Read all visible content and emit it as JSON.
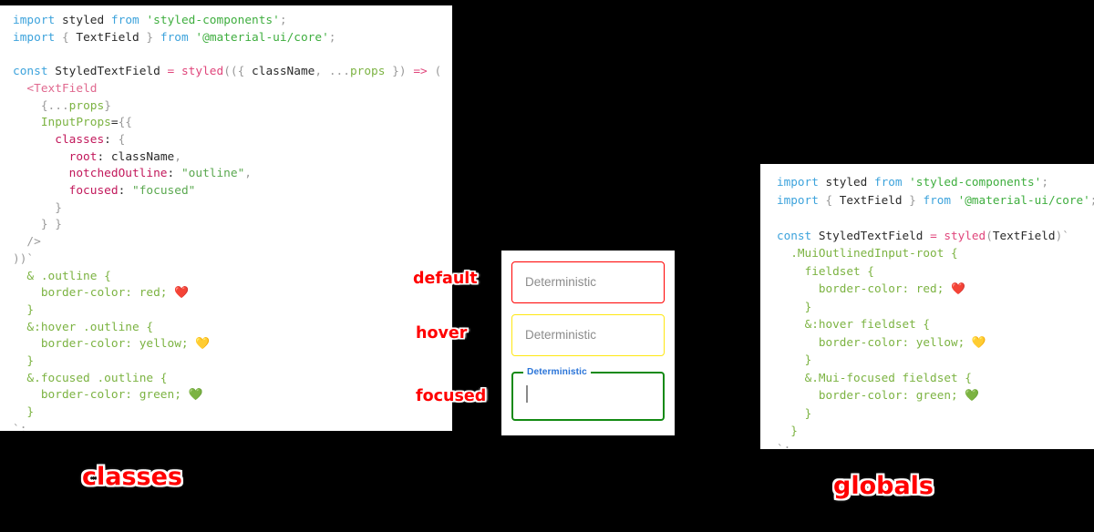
{
  "background_color": "#000000",
  "panels": {
    "classes": {
      "caption": "classes",
      "code_lines": [
        [
          {
            "t": "import",
            "c": "kw"
          },
          {
            "t": " ",
            "c": "id"
          },
          {
            "t": "styled",
            "c": "id"
          },
          {
            "t": " ",
            "c": "id"
          },
          {
            "t": "from",
            "c": "kw"
          },
          {
            "t": " ",
            "c": "id"
          },
          {
            "t": "'styled-components'",
            "c": "str"
          },
          {
            "t": ";",
            "c": "pun"
          }
        ],
        [
          {
            "t": "import",
            "c": "kw"
          },
          {
            "t": " ",
            "c": "id"
          },
          {
            "t": "{",
            "c": "pun"
          },
          {
            "t": " TextField ",
            "c": "id"
          },
          {
            "t": "}",
            "c": "pun"
          },
          {
            "t": " ",
            "c": "id"
          },
          {
            "t": "from",
            "c": "kw"
          },
          {
            "t": " ",
            "c": "id"
          },
          {
            "t": "'@material-ui/core'",
            "c": "str"
          },
          {
            "t": ";",
            "c": "pun"
          }
        ],
        [],
        [
          {
            "t": "const",
            "c": "kw"
          },
          {
            "t": " StyledTextField ",
            "c": "id"
          },
          {
            "t": "=",
            "c": "fn"
          },
          {
            "t": " ",
            "c": "id"
          },
          {
            "t": "styled",
            "c": "fn"
          },
          {
            "t": "((",
            "c": "pun"
          },
          {
            "t": "{ ",
            "c": "pun"
          },
          {
            "t": "className",
            "c": "id"
          },
          {
            "t": ",",
            "c": "pun"
          },
          {
            "t": " ",
            "c": "id"
          },
          {
            "t": "...",
            "c": "pun"
          },
          {
            "t": "props",
            "c": "attr"
          },
          {
            "t": " }",
            "c": "pun"
          },
          {
            "t": ")",
            "c": "pun"
          },
          {
            "t": " ",
            "c": "id"
          },
          {
            "t": "=>",
            "c": "fn"
          },
          {
            "t": " ",
            "c": "id"
          },
          {
            "t": "(",
            "c": "pun"
          }
        ],
        [
          {
            "t": "  ",
            "c": "id"
          },
          {
            "t": "<",
            "c": "tag"
          },
          {
            "t": "TextField",
            "c": "tag"
          }
        ],
        [
          {
            "t": "    ",
            "c": "id"
          },
          {
            "t": "{",
            "c": "pun"
          },
          {
            "t": "...",
            "c": "pun"
          },
          {
            "t": "props",
            "c": "attr"
          },
          {
            "t": "}",
            "c": "pun"
          }
        ],
        [
          {
            "t": "    ",
            "c": "id"
          },
          {
            "t": "InputProps",
            "c": "attr"
          },
          {
            "t": "=",
            "c": "id"
          },
          {
            "t": "{{",
            "c": "pun"
          }
        ],
        [
          {
            "t": "      ",
            "c": "id"
          },
          {
            "t": "classes",
            "c": "key"
          },
          {
            "t": ":",
            "c": "id"
          },
          {
            "t": " ",
            "c": "id"
          },
          {
            "t": "{",
            "c": "pun"
          }
        ],
        [
          {
            "t": "        ",
            "c": "id"
          },
          {
            "t": "root",
            "c": "key"
          },
          {
            "t": ":",
            "c": "id"
          },
          {
            "t": " ",
            "c": "id"
          },
          {
            "t": "className",
            "c": "id"
          },
          {
            "t": ",",
            "c": "pun"
          }
        ],
        [
          {
            "t": "        ",
            "c": "id"
          },
          {
            "t": "notchedOutline",
            "c": "key"
          },
          {
            "t": ":",
            "c": "id"
          },
          {
            "t": " ",
            "c": "id"
          },
          {
            "t": "\"outline\"",
            "c": "val"
          },
          {
            "t": ",",
            "c": "pun"
          }
        ],
        [
          {
            "t": "        ",
            "c": "id"
          },
          {
            "t": "focused",
            "c": "key"
          },
          {
            "t": ":",
            "c": "id"
          },
          {
            "t": " ",
            "c": "id"
          },
          {
            "t": "\"focused\"",
            "c": "val"
          }
        ],
        [
          {
            "t": "      ",
            "c": "id"
          },
          {
            "t": "}",
            "c": "pun"
          }
        ],
        [
          {
            "t": "    ",
            "c": "id"
          },
          {
            "t": "} }",
            "c": "pun"
          }
        ],
        [
          {
            "t": "  ",
            "c": "id"
          },
          {
            "t": "/>",
            "c": "pun"
          }
        ],
        [
          {
            "t": "))",
            "c": "pun"
          },
          {
            "t": "`",
            "c": "tick"
          }
        ],
        [
          {
            "t": "  ",
            "c": "id"
          },
          {
            "t": "& .outline {",
            "c": "css"
          }
        ],
        [
          {
            "t": "    ",
            "c": "id"
          },
          {
            "t": "border-color: red; ",
            "c": "css"
          },
          {
            "t": "❤️",
            "c": "emoji"
          }
        ],
        [
          {
            "t": "  ",
            "c": "id"
          },
          {
            "t": "}",
            "c": "css"
          }
        ],
        [
          {
            "t": "  ",
            "c": "id"
          },
          {
            "t": "&:hover .outline {",
            "c": "css"
          }
        ],
        [
          {
            "t": "    ",
            "c": "id"
          },
          {
            "t": "border-color: yellow; ",
            "c": "css"
          },
          {
            "t": "💛",
            "c": "emoji"
          }
        ],
        [
          {
            "t": "  ",
            "c": "id"
          },
          {
            "t": "}",
            "c": "css"
          }
        ],
        [
          {
            "t": "  ",
            "c": "id"
          },
          {
            "t": "&.focused .outline {",
            "c": "css"
          }
        ],
        [
          {
            "t": "    ",
            "c": "id"
          },
          {
            "t": "border-color: green; ",
            "c": "css"
          },
          {
            "t": "💚",
            "c": "emoji"
          }
        ],
        [
          {
            "t": "  ",
            "c": "id"
          },
          {
            "t": "}",
            "c": "css"
          }
        ],
        [
          {
            "t": "`",
            "c": "tick"
          },
          {
            "t": ";",
            "c": "pun"
          }
        ]
      ]
    },
    "globals": {
      "caption": "globals",
      "code_lines": [
        [
          {
            "t": "import",
            "c": "kw"
          },
          {
            "t": " ",
            "c": "id"
          },
          {
            "t": "styled",
            "c": "id"
          },
          {
            "t": " ",
            "c": "id"
          },
          {
            "t": "from",
            "c": "kw"
          },
          {
            "t": " ",
            "c": "id"
          },
          {
            "t": "'styled-components'",
            "c": "str"
          },
          {
            "t": ";",
            "c": "pun"
          }
        ],
        [
          {
            "t": "import",
            "c": "kw"
          },
          {
            "t": " ",
            "c": "id"
          },
          {
            "t": "{",
            "c": "pun"
          },
          {
            "t": " TextField ",
            "c": "id"
          },
          {
            "t": "}",
            "c": "pun"
          },
          {
            "t": " ",
            "c": "id"
          },
          {
            "t": "from",
            "c": "kw"
          },
          {
            "t": " ",
            "c": "id"
          },
          {
            "t": "'@material-ui/core'",
            "c": "str"
          },
          {
            "t": ";",
            "c": "pun"
          }
        ],
        [],
        [
          {
            "t": "const",
            "c": "kw"
          },
          {
            "t": " StyledTextField ",
            "c": "id"
          },
          {
            "t": "=",
            "c": "fn"
          },
          {
            "t": " ",
            "c": "id"
          },
          {
            "t": "styled",
            "c": "fn"
          },
          {
            "t": "(",
            "c": "pun"
          },
          {
            "t": "TextField",
            "c": "id"
          },
          {
            "t": ")",
            "c": "pun"
          },
          {
            "t": "`",
            "c": "tick"
          }
        ],
        [
          {
            "t": "  ",
            "c": "id"
          },
          {
            "t": ".MuiOutlinedInput-root {",
            "c": "css"
          }
        ],
        [
          {
            "t": "    ",
            "c": "id"
          },
          {
            "t": "fieldset {",
            "c": "css"
          }
        ],
        [
          {
            "t": "      ",
            "c": "id"
          },
          {
            "t": "border-color: red; ",
            "c": "css"
          },
          {
            "t": "❤️",
            "c": "emoji"
          }
        ],
        [
          {
            "t": "    ",
            "c": "id"
          },
          {
            "t": "}",
            "c": "css"
          }
        ],
        [
          {
            "t": "    ",
            "c": "id"
          },
          {
            "t": "&:hover fieldset {",
            "c": "css"
          }
        ],
        [
          {
            "t": "      ",
            "c": "id"
          },
          {
            "t": "border-color: yellow; ",
            "c": "css"
          },
          {
            "t": "💛",
            "c": "emoji"
          }
        ],
        [
          {
            "t": "    ",
            "c": "id"
          },
          {
            "t": "}",
            "c": "css"
          }
        ],
        [
          {
            "t": "    ",
            "c": "id"
          },
          {
            "t": "&.Mui-focused fieldset {",
            "c": "css"
          }
        ],
        [
          {
            "t": "      ",
            "c": "id"
          },
          {
            "t": "border-color: green; ",
            "c": "css"
          },
          {
            "t": "💚",
            "c": "emoji"
          }
        ],
        [
          {
            "t": "    ",
            "c": "id"
          },
          {
            "t": "}",
            "c": "css"
          }
        ],
        [
          {
            "t": "  ",
            "c": "id"
          },
          {
            "t": "}",
            "c": "css"
          }
        ],
        [
          {
            "t": "`",
            "c": "tick"
          },
          {
            "t": ";",
            "c": "pun"
          }
        ]
      ]
    }
  },
  "demo": {
    "fields": [
      {
        "name": "default",
        "value": "Deterministic",
        "border_color": "#ff0000"
      },
      {
        "name": "hover",
        "value": "Deterministic",
        "border_color": "#ffe712"
      },
      {
        "name": "focused",
        "legend": "Deterministic",
        "value": "",
        "border_color": "#138a13",
        "legend_color": "#2a74d8"
      }
    ]
  },
  "annotations": {
    "default": "default",
    "hover": "hover",
    "focused": "focused"
  },
  "colors": {
    "red": "#ff0000",
    "yellow": "#ffe712",
    "green": "#138a13",
    "keyword_blue": "#3da3dc",
    "string_green": "#3fae3f",
    "function_pink": "#e0457b",
    "key_crimson": "#c2185b",
    "css_green": "#7cb342"
  }
}
